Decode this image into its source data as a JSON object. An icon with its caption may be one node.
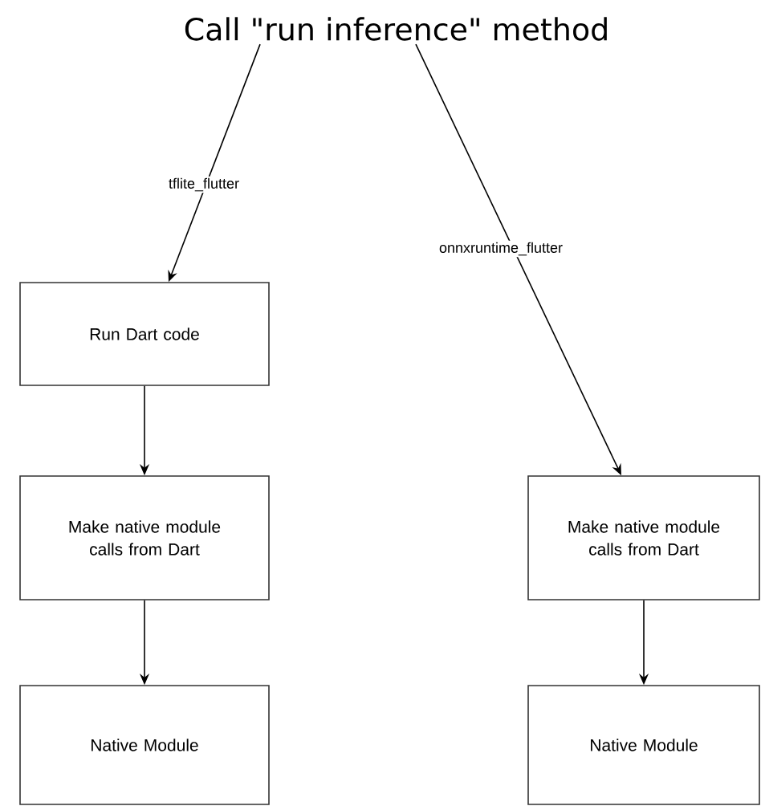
{
  "diagram": {
    "nodes": [
      {
        "text": [
          "Call \"run inference\" method"
        ]
      },
      {
        "text": [
          "Run Dart code"
        ]
      },
      {
        "text": [
          "Make native module calls from Dart"
        ]
      },
      {
        "text": [
          "Native Module"
        ]
      },
      {
        "text": [
          "Make native module calls from Dart"
        ]
      },
      {
        "text": [
          "Native Module"
        ]
      }
    ],
    "edges": [
      {
        "from": 0,
        "to": 1,
        "arrow": "to",
        "label": "tflite_flutter"
      },
      {
        "from": 1,
        "to": 2,
        "arrow": "to"
      },
      {
        "from": 2,
        "to": 3,
        "arrow": "to"
      },
      {
        "from": 0,
        "to": 4,
        "arrow": "to",
        "label": "onnxruntime_flutter"
      },
      {
        "from": 4,
        "to": 5,
        "arrow": "to"
      }
    ]
  }
}
